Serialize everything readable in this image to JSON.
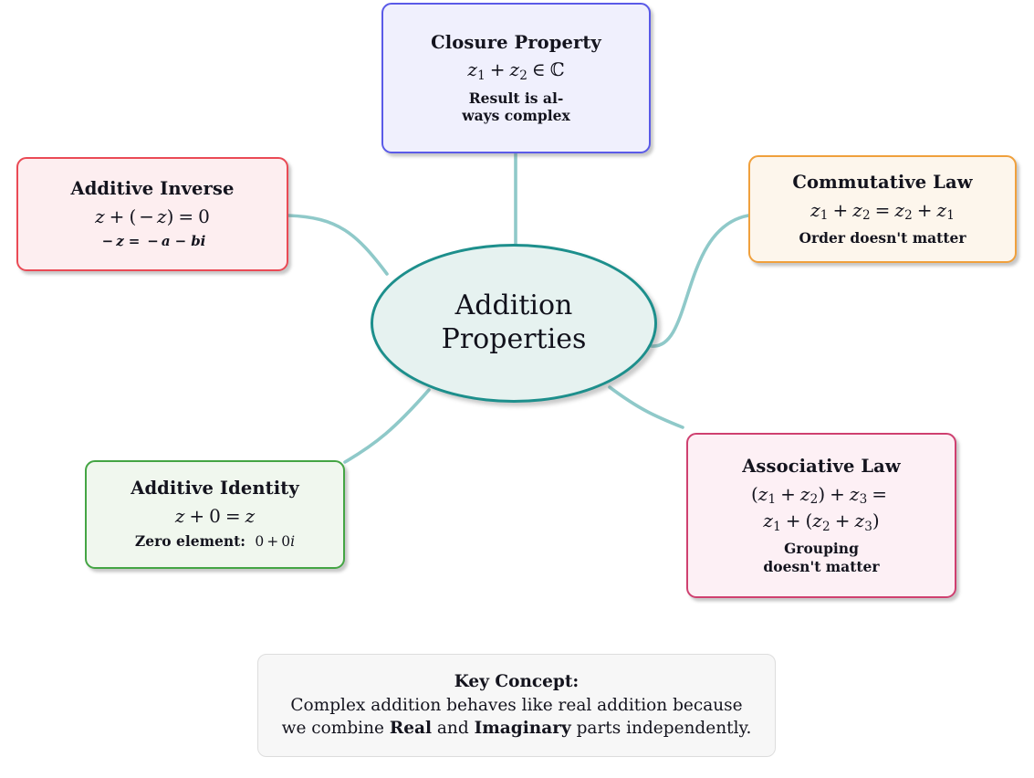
{
  "diagram": {
    "title": "Addition Properties mind map",
    "center": {
      "label": "Addition\nProperties",
      "border_color": "#1d8f8c",
      "fill_color": "#e6f2f0"
    },
    "connector_color": "#8fc9c9",
    "nodes": [
      {
        "id": "closure",
        "title": "Closure Property",
        "formula": "z1 + z2 ∈ ℂ",
        "note": "Result is always complex",
        "border_color": "#5a5ae8",
        "fill_color": "#f0f0fd"
      },
      {
        "id": "additive-inverse",
        "title": "Additive Inverse",
        "formula": "z + (−z) = 0",
        "note": "−z = −a − bi",
        "border_color": "#ea4a55",
        "fill_color": "#fdeef0"
      },
      {
        "id": "commutative",
        "title": "Commutative Law",
        "formula": "z1 + z2 = z2 + z1",
        "note": "Order doesn't matter",
        "border_color": "#f0a03c",
        "fill_color": "#fdf6ec"
      },
      {
        "id": "associative",
        "title": "Associative Law",
        "formula": "(z1 + z2) + z3 = z1 + (z2 + z3)",
        "note": "Grouping doesn't matter",
        "border_color": "#cf4070",
        "fill_color": "#fdf0f5"
      },
      {
        "id": "additive-identity",
        "title": "Additive Identity",
        "formula": "z + 0 = z",
        "note": "Zero element: 0 + 0i",
        "border_color": "#44a544",
        "fill_color": "#f0f7ee"
      }
    ],
    "key_concept": {
      "title": "Key Concept:",
      "line1": "Complex addition behaves like real addition because",
      "line2_part1": "we combine ",
      "line2_bold1": "Real",
      "line2_part2": " and ",
      "line2_bold2": "Imaginary",
      "line2_part3": " parts independently.",
      "border_color": "#dddddd",
      "fill_color": "#f7f7f7"
    },
    "note_texts": {
      "closure_line1": "Result is al-",
      "closure_line2": "ways complex",
      "associative_line1": "Grouping",
      "associative_line2": "doesn't matter",
      "identity_note_label": "Zero element:"
    }
  }
}
